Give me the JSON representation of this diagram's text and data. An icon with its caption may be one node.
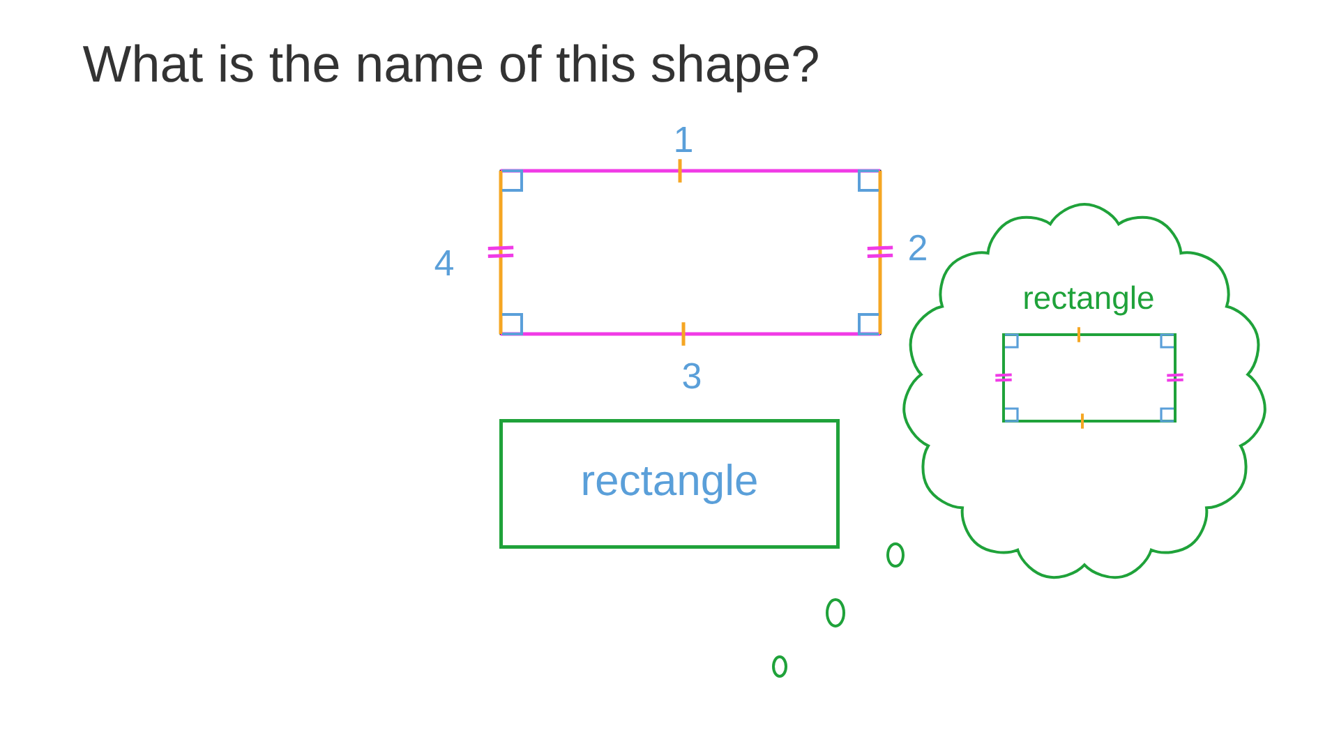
{
  "diagram": {
    "title": "What is the name of this shape?",
    "nodes": [
      {
        "text": [
          "rectangle"
        ]
      },
      {
        "text": [
          "rectangle"
        ]
      },
      {
        "text": [],
        "shape": "box",
        "in": 1
      }
    ],
    "labels": [
      "1",
      "4",
      "2",
      "3"
    ]
  }
}
